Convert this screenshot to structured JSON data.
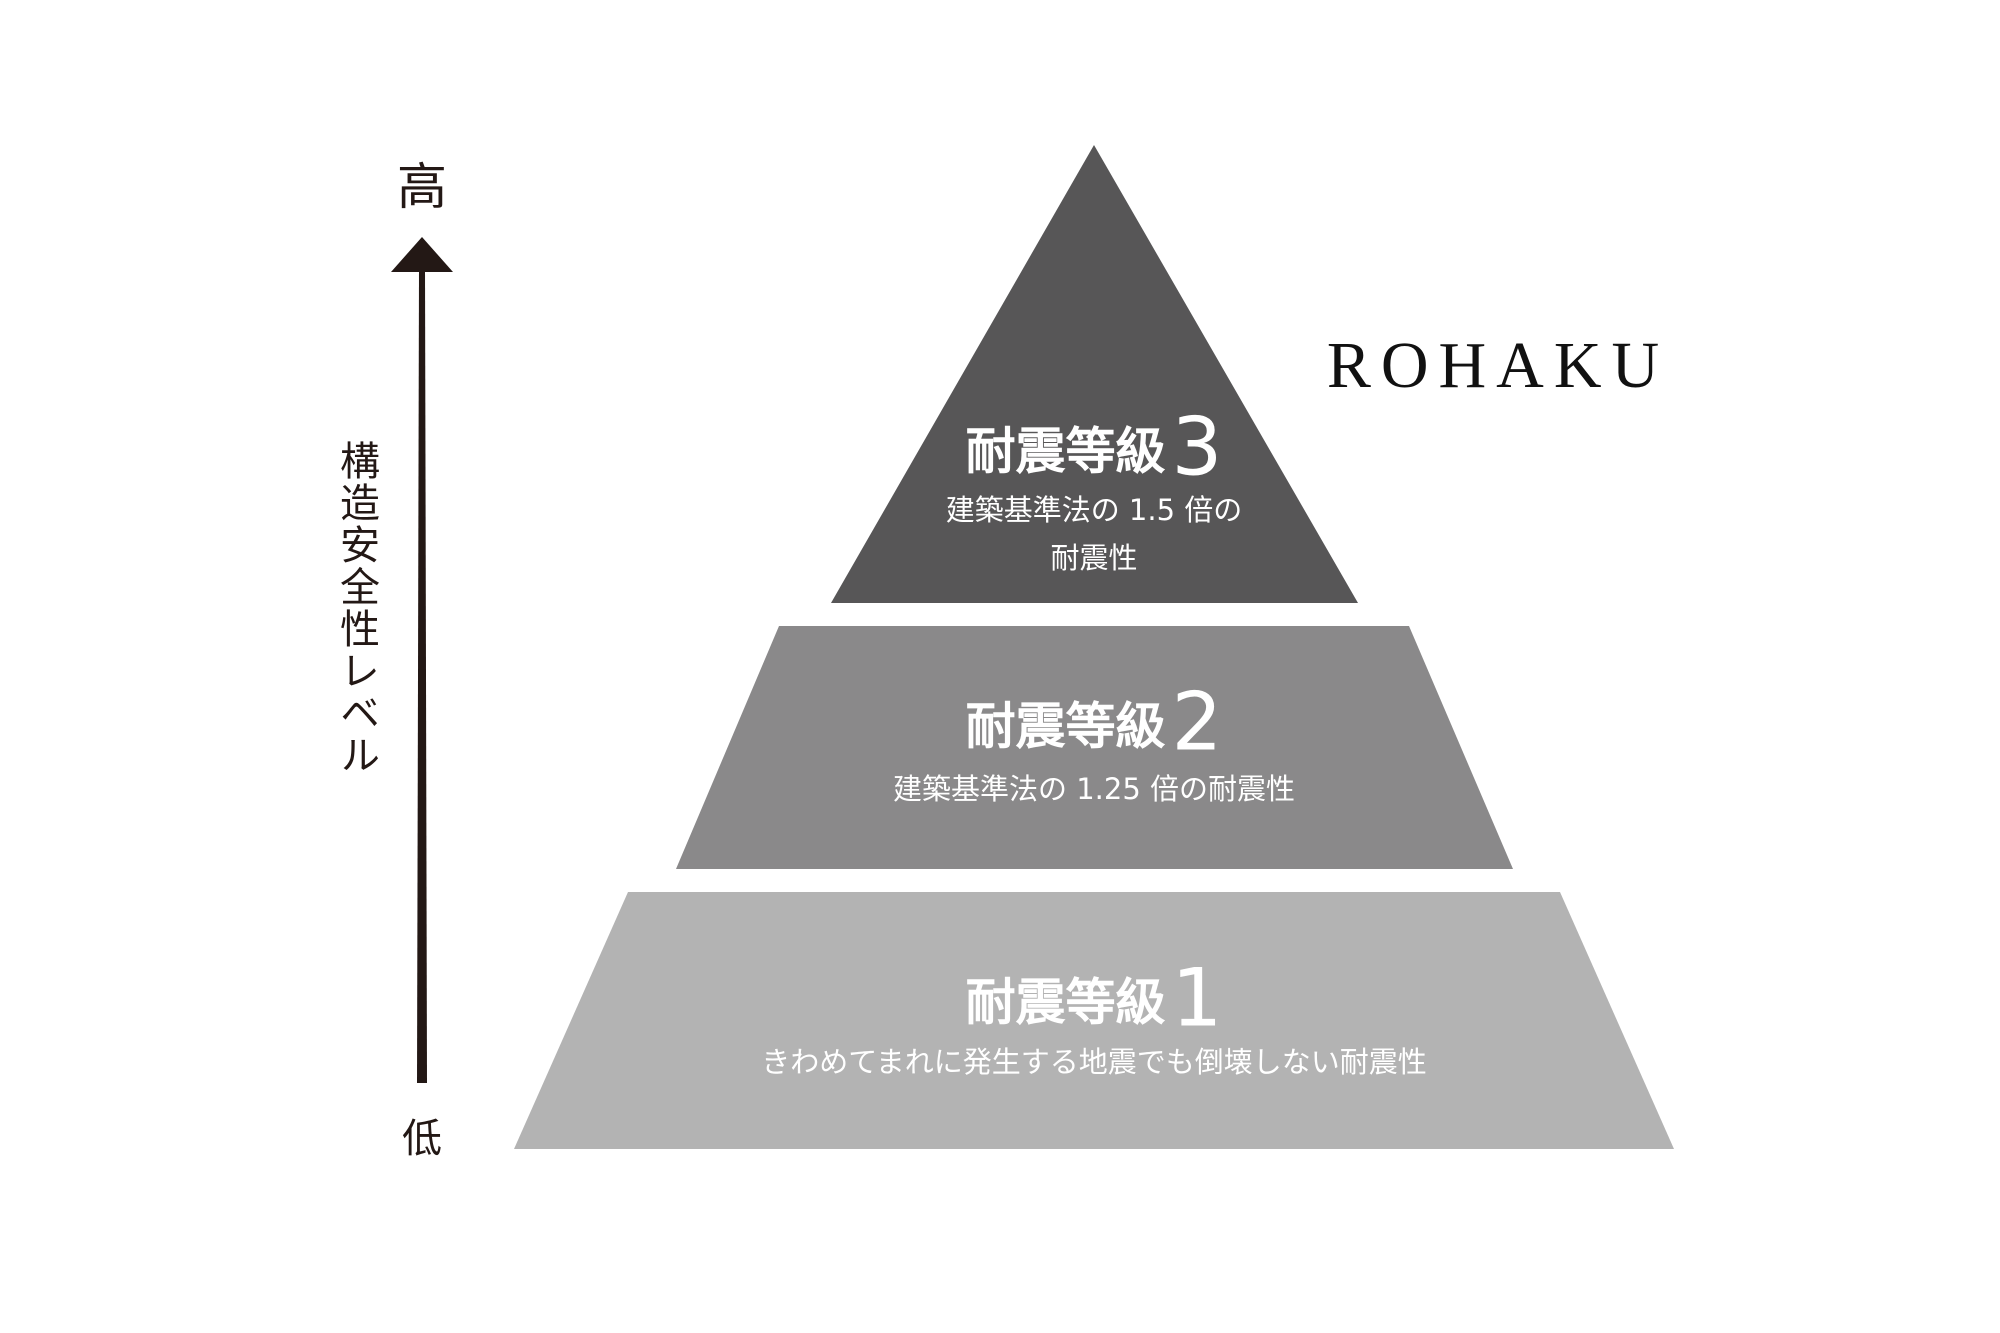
{
  "axis": {
    "high": "高",
    "low": "低",
    "label": "構造安全性レベル"
  },
  "logo": "ROHAKU",
  "tiers": [
    {
      "title": "耐震等級",
      "grade": "3",
      "description_lines": [
        "建築基準法の 1.5 倍の",
        "耐震性"
      ],
      "color": "#575657"
    },
    {
      "title": "耐震等級",
      "grade": "2",
      "description_lines": [
        "建築基準法の 1.25 倍の耐震性"
      ],
      "color": "#8a898a"
    },
    {
      "title": "耐震等級",
      "grade": "1",
      "description_lines": [
        "きわめてまれに発生する地震でも倒壊しない耐震性"
      ],
      "color": "#b3b3b3"
    }
  ],
  "colors": {
    "arrow": "#231815"
  }
}
